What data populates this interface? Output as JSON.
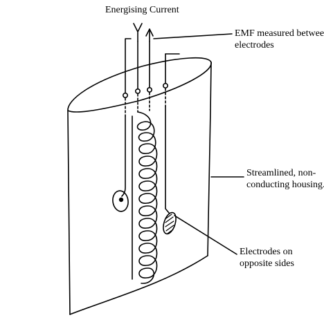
{
  "labels": {
    "energising_current": "Energising Current",
    "emf": [
      "EMF measured between",
      "electrodes"
    ],
    "housing": [
      "Streamlined, non-",
      "conducting housing."
    ],
    "electrodes": [
      "Electrodes on",
      "opposite sides"
    ]
  },
  "colors": {
    "ink": "#000000",
    "background": "#ffffff"
  }
}
